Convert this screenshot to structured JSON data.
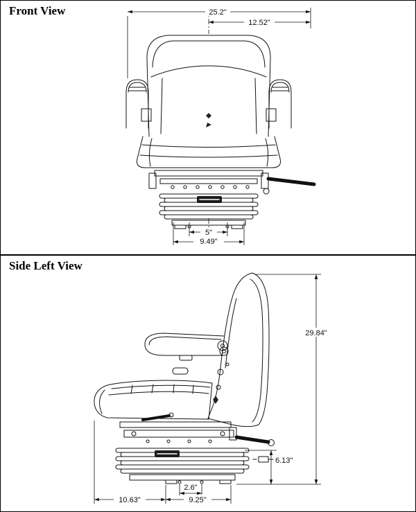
{
  "page": {
    "front_view_title": "Front View",
    "side_view_title": "Side Left View"
  },
  "front_view": {
    "dim_overall_width": "25.2\"",
    "dim_center_to_edge": "12.52\"",
    "dim_mount_spacing": "5\"",
    "dim_base_width": "9.49\""
  },
  "side_view": {
    "dim_overall_height": "29.84\"",
    "dim_base_height": "6.13\"",
    "dim_offset": "2.6\"",
    "dim_base_depth": "9.25\"",
    "dim_cushion_depth": "10.63\""
  }
}
